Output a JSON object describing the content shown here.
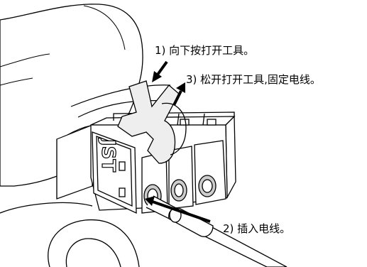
{
  "steps": {
    "step1": "1) 向下按打开工具。",
    "step2": "2) 插入电线。",
    "step3": "3) 松开打开工具,固定电线。"
  },
  "connector": {
    "brand": "JST"
  },
  "colors": {
    "line": "#000000",
    "background": "#ffffff",
    "tool_fill": "#eeeeee",
    "shadow_fill": "#cccccc"
  }
}
